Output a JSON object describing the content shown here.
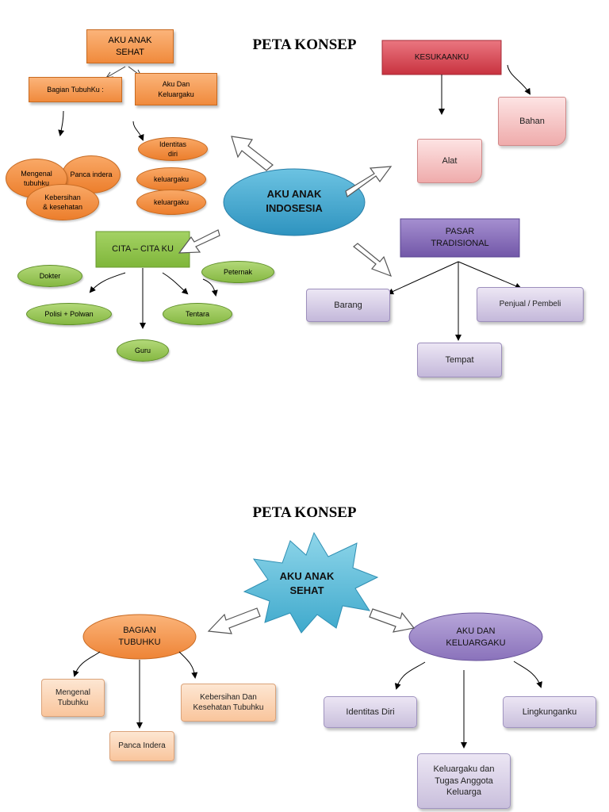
{
  "top": {
    "title": "PETA KONSEP",
    "center": "AKU ANAK INDOSESIA",
    "aku_anak_sehat": "AKU ANAK SEHAT",
    "bagian_tubuhku": "Bagian TubuhKu :",
    "aku_dan_keluargaku": "Aku Dan Keluargaku",
    "body_items": [
      "Mengenal tubuhku",
      "Panca indera",
      "Kebersihan & kesehatan"
    ],
    "family_items": [
      "Identitas diri",
      "keluargaku",
      "keluargaku"
    ],
    "cita_cita": "CITA – CITA KU",
    "careers": [
      "Dokter",
      "Peternak",
      "Polisi + Polwan",
      "Tentara",
      "Guru"
    ],
    "kesukaanku": "KESUKAANKU",
    "alat": "Alat",
    "bahan": "Bahan",
    "pasar": "PASAR TRADISIONAL",
    "pasar_items": [
      "Barang",
      "Penjual / Pembeli",
      "Tempat"
    ]
  },
  "bottom": {
    "title": "PETA KONSEP",
    "center": "AKU ANAK SEHAT",
    "bagian": "BAGIAN TUBUHKU",
    "bagian_items": [
      "Mengenal Tubuhku",
      "Kebersihan Dan Kesehatan Tubuhku",
      "Panca Indera"
    ],
    "aku_keluarga": "AKU DAN KELUARGAKU",
    "keluarga_items": [
      "Identitas Diri",
      "Lingkunganku",
      "Keluargaku dan Tugas Anggota Keluarga"
    ]
  },
  "colors": {
    "orange": "#f08a3c",
    "green_rect": "#8dc349",
    "blue_ellipse": "#3fa8cf",
    "red_rect": "#d94452",
    "purple_rect": "#8a70b8",
    "star": "#54bbd6"
  }
}
